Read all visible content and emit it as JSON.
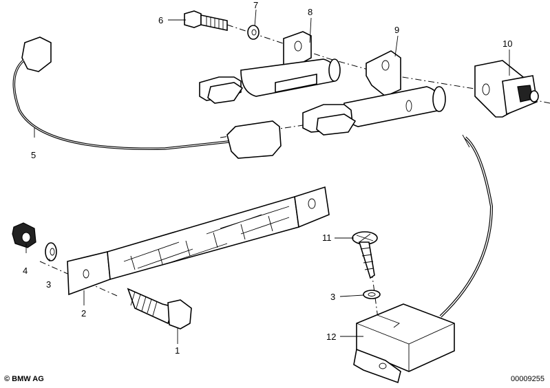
{
  "diagram": {
    "callouts": [
      {
        "id": "c1",
        "label": "1"
      },
      {
        "id": "c2",
        "label": "2"
      },
      {
        "id": "c3a",
        "label": "3"
      },
      {
        "id": "c3b",
        "label": "3"
      },
      {
        "id": "c4",
        "label": "4"
      },
      {
        "id": "c5",
        "label": "5"
      },
      {
        "id": "c6",
        "label": "6"
      },
      {
        "id": "c7",
        "label": "7"
      },
      {
        "id": "c8",
        "label": "8"
      },
      {
        "id": "c9",
        "label": "9"
      },
      {
        "id": "c10",
        "label": "10"
      },
      {
        "id": "c11",
        "label": "11"
      },
      {
        "id": "c12",
        "label": "12"
      }
    ]
  },
  "footer": {
    "copyright": "© BMW AG",
    "doc_number": "00009255"
  }
}
